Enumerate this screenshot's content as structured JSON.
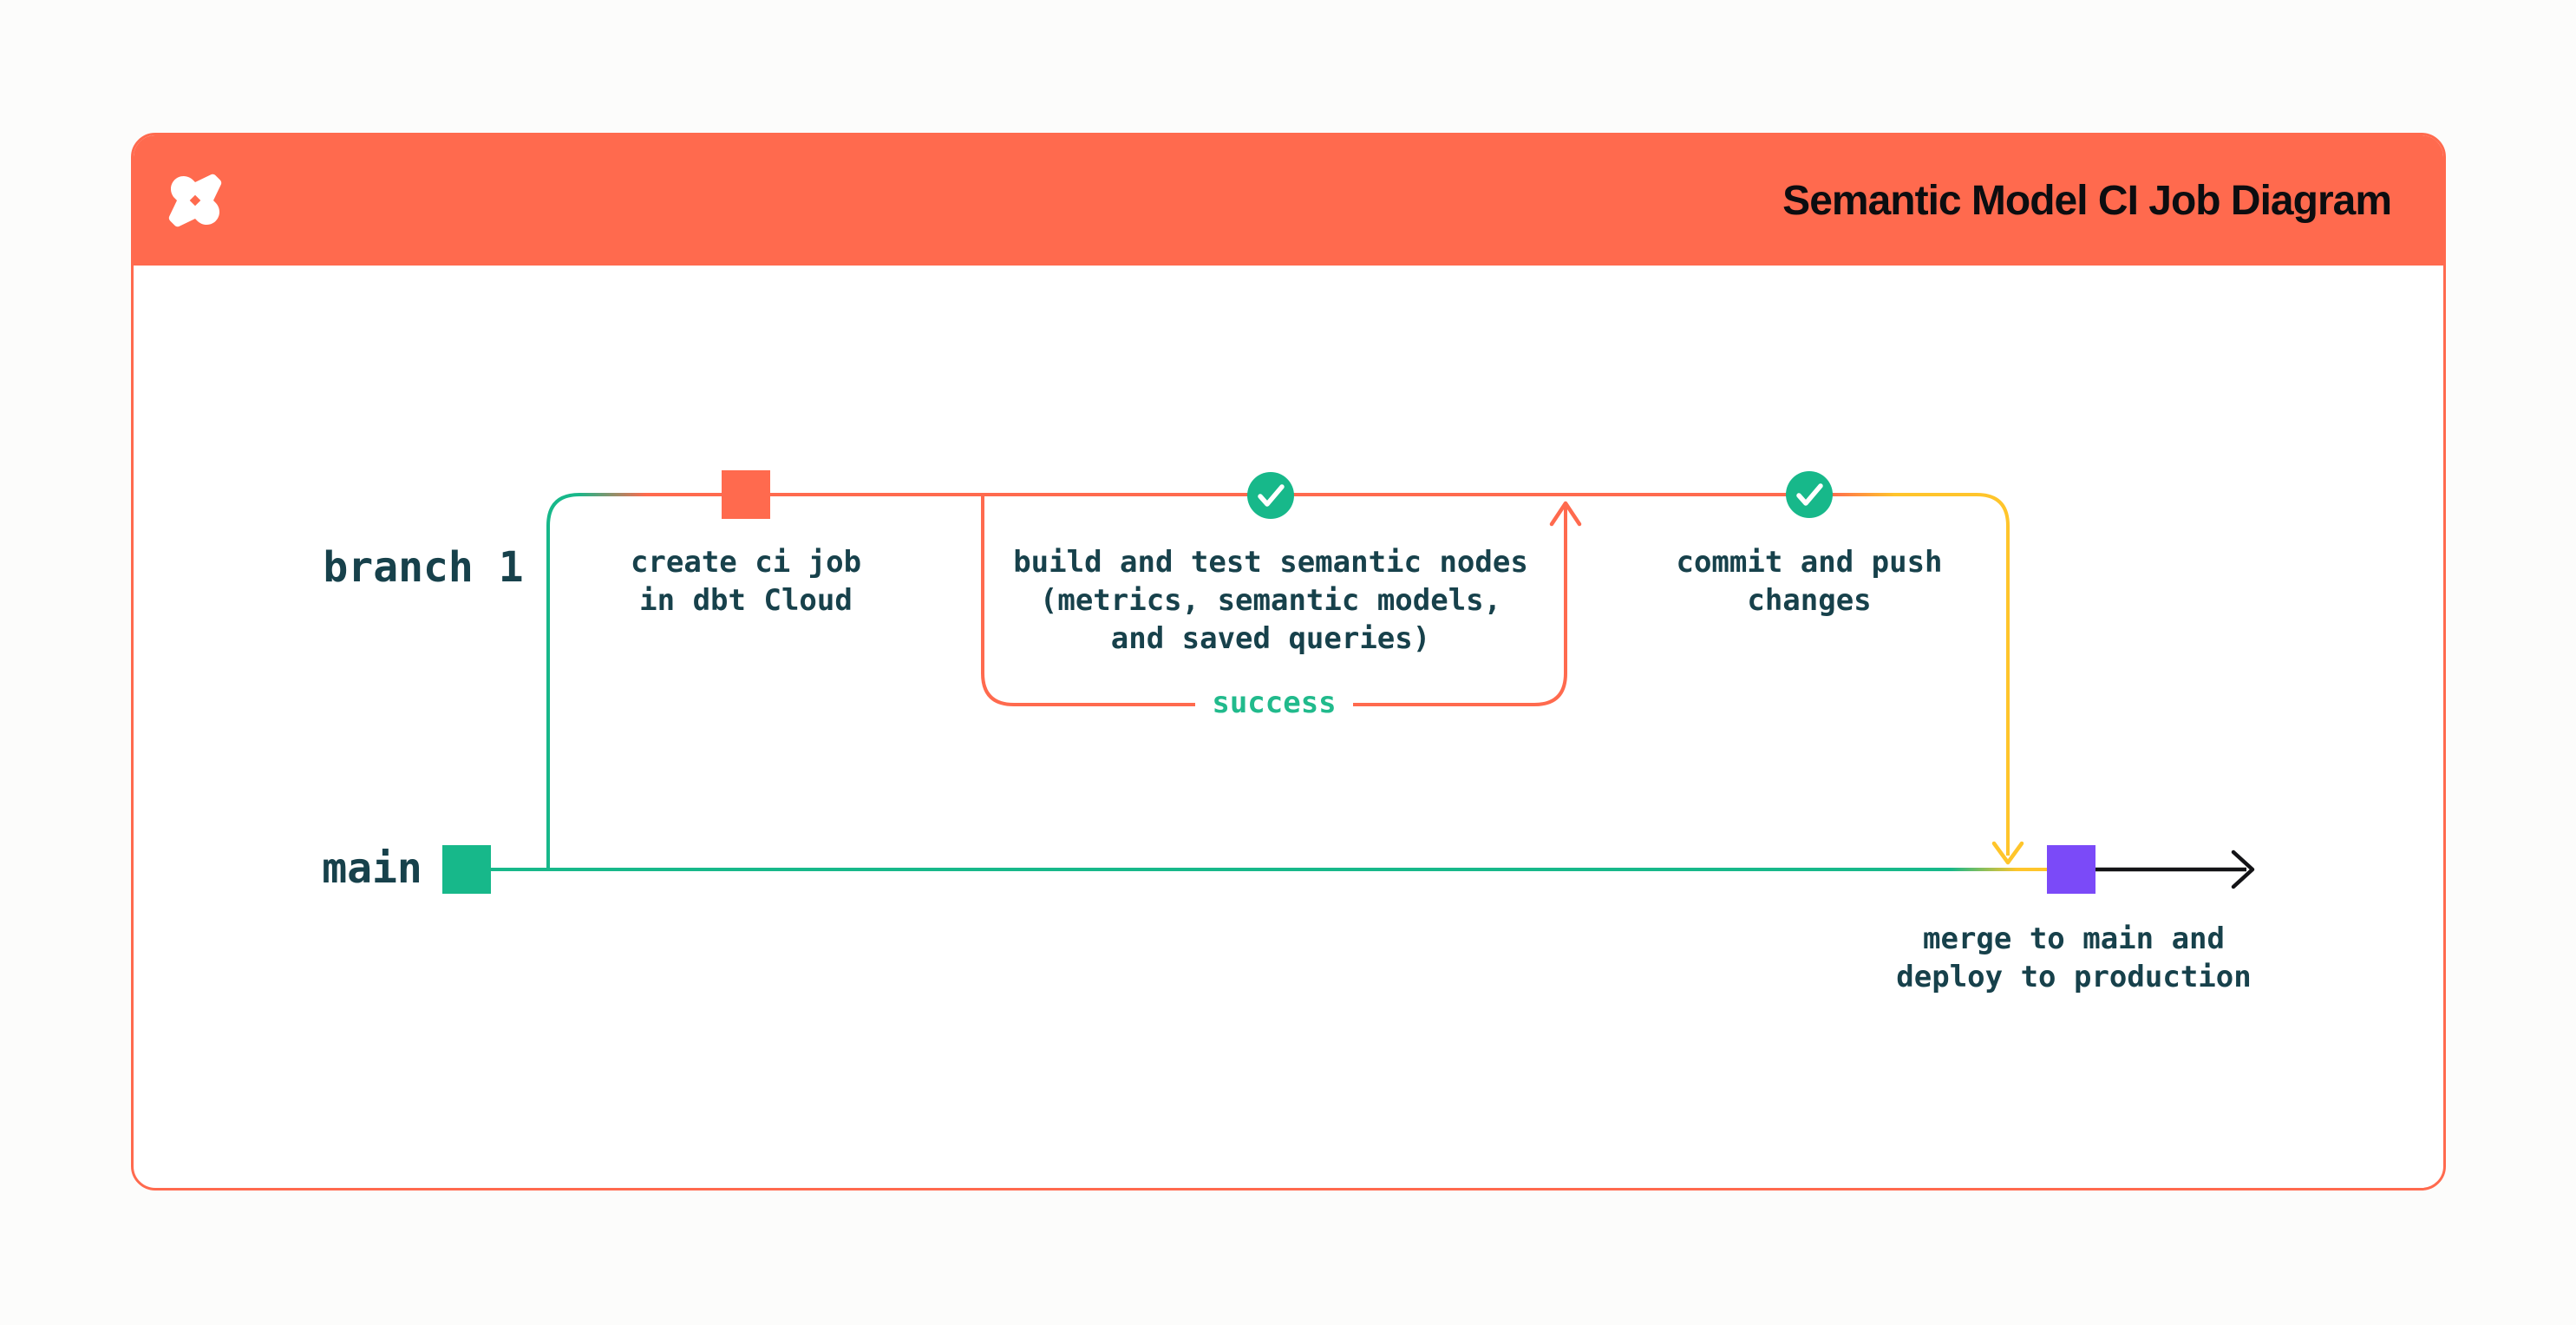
{
  "header": {
    "title": "Semantic Model CI Job Diagram",
    "logo": "dbt-logo",
    "background": "#FF6A4E"
  },
  "labels": {
    "branch": "branch 1",
    "main": "main"
  },
  "nodes": [
    {
      "id": "create-ci-job",
      "marker": "orange-commit-square",
      "label": "create ci job\nin dbt Cloud"
    },
    {
      "id": "build-and-test",
      "marker": "success-check-circle",
      "label": "build and test semantic nodes\n(metrics, semantic models,\nand saved queries)"
    },
    {
      "id": "commit-and-push",
      "marker": "success-check-circle",
      "label": "commit and push\nchanges"
    },
    {
      "id": "merge-deploy",
      "marker": "purple-merge-square",
      "label": "merge to main and\ndeploy to production"
    }
  ],
  "loop": {
    "label": "success"
  },
  "colors": {
    "orange": "#FF6A4E",
    "green": "#17B88A",
    "yellow": "#FFC52B",
    "purple": "#7B4AF8",
    "ink": "#17414B",
    "success_green": "#21BA8C",
    "arrow_black": "#131316",
    "card_background": "#FFFFFF",
    "page_background": "#FCFCFB"
  }
}
